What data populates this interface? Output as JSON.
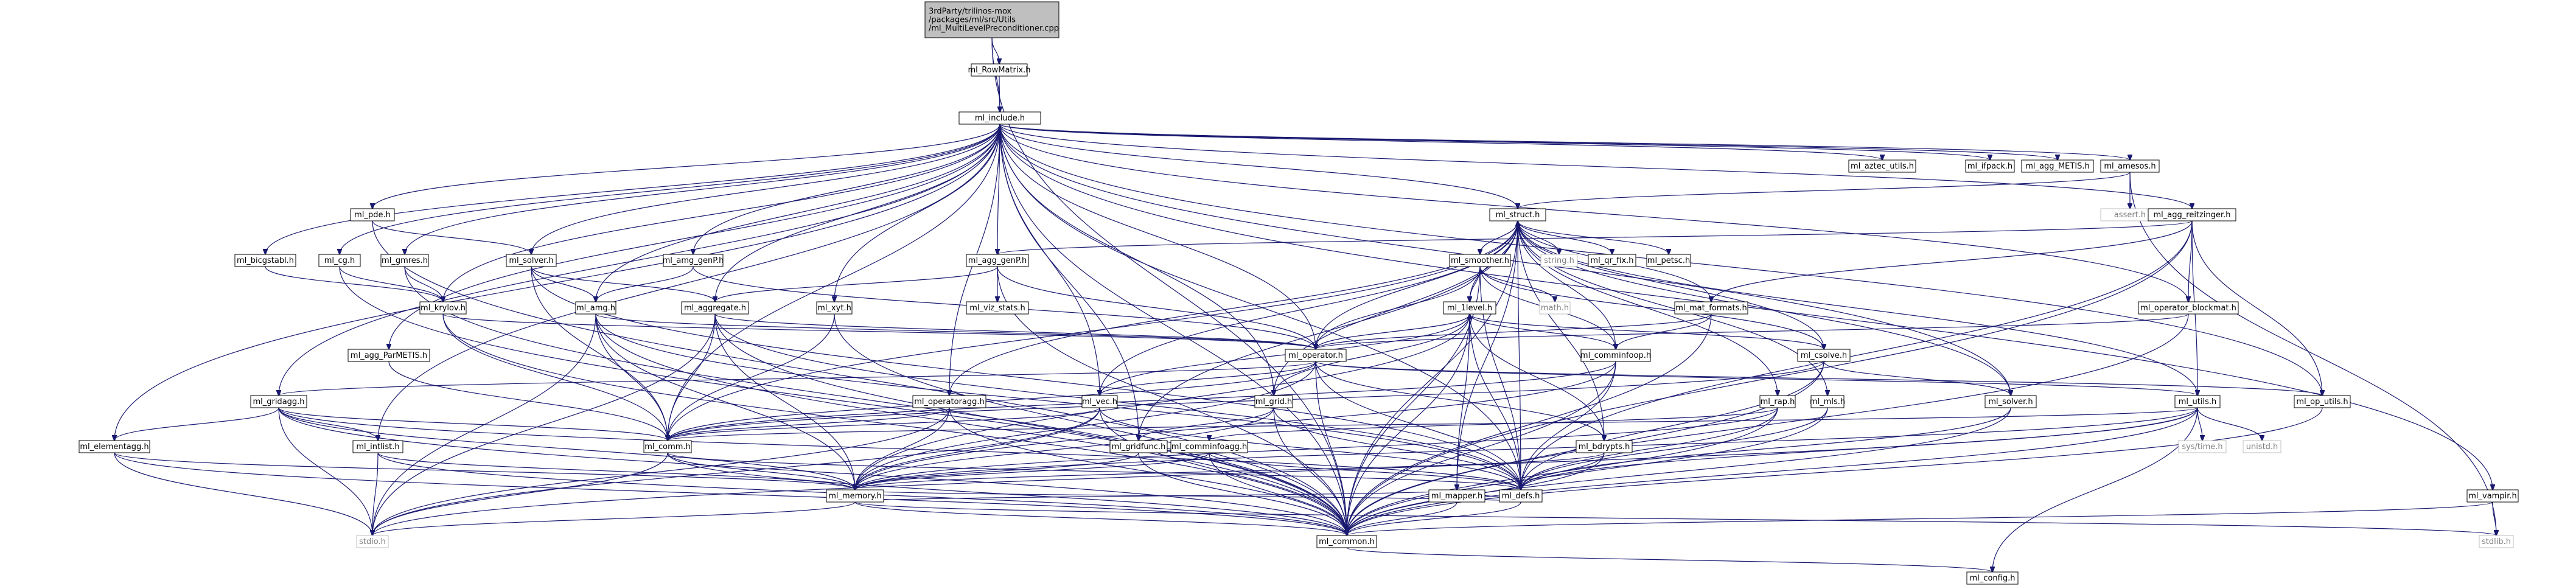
{
  "diagram": {
    "title_lines": [
      "3rdParty/trilinos-mox",
      "/packages/ml/src/Utils",
      "/ml_MultiLevelPreconditioner.cpp"
    ],
    "colors": {
      "edge": "#191970",
      "root_fill": "#bfbfbf",
      "leaf_border": "#bfbfbf",
      "leaf_text": "#7f7f7f"
    },
    "nodes": [
      {
        "id": "root",
        "label": "3rdParty/trilinos-mox/packages/ml/src/Utils/ml_MultiLevelPreconditioner.cpp",
        "lines": [
          "3rdParty/trilinos-mox",
          "/packages/ml/src/Utils",
          "/ml_MultiLevelPreconditioner.cpp"
        ],
        "kind": "root"
      },
      {
        "id": "ml_RowMatrix",
        "label": "ml_RowMatrix.h"
      },
      {
        "id": "ml_include",
        "label": "ml_include.h"
      },
      {
        "id": "ml_ztrac",
        "label": "ml_aztec_utils.h"
      },
      {
        "id": "ml_ifpack",
        "label": "ml_ifpack.h"
      },
      {
        "id": "ml_agg_METIS",
        "label": "ml_agg_METIS.h"
      },
      {
        "id": "ml_amesos",
        "label": "ml_amesos.h"
      },
      {
        "id": "assert",
        "label": "assert.h",
        "kind": "leaf"
      },
      {
        "id": "ml_struct",
        "label": "ml_struct.h"
      },
      {
        "id": "ml_agg_reitzinger",
        "label": "ml_agg_reitzinger.h"
      },
      {
        "id": "ml_pde",
        "label": "ml_pde.h"
      },
      {
        "id": "ml_bicgstabl",
        "label": "ml_bicgstabl.h"
      },
      {
        "id": "ml_cg",
        "label": "ml_cg.h"
      },
      {
        "id": "ml_gmres",
        "label": "ml_gmres.h"
      },
      {
        "id": "ml_solver",
        "label": "ml_solver.h"
      },
      {
        "id": "ml_amg_genP",
        "label": "ml_amg_genP.h"
      },
      {
        "id": "ml_agg_genP",
        "label": "ml_agg_genP.h"
      },
      {
        "id": "ml_smoother",
        "label": "ml_smoother.h"
      },
      {
        "id": "string",
        "label": "string.h",
        "kind": "leaf"
      },
      {
        "id": "ml_qr_fix",
        "label": "ml_qr_fix.h"
      },
      {
        "id": "ml_petsc",
        "label": "ml_petsc.h"
      },
      {
        "id": "ml_krylov",
        "label": "ml_krylov.h"
      },
      {
        "id": "ml_amg",
        "label": "ml_amg.h"
      },
      {
        "id": "ml_aggregate",
        "label": "ml_aggregate.h"
      },
      {
        "id": "ml_vizstats",
        "label": "ml_viz_stats.h"
      },
      {
        "id": "ml_xyt",
        "label": "ml_xyt.h"
      },
      {
        "id": "ml_1level",
        "label": "ml_1level.h"
      },
      {
        "id": "math",
        "label": "math.h",
        "kind": "leaf"
      },
      {
        "id": "ml_mat_formats",
        "label": "ml_mat_formats.h"
      },
      {
        "id": "ml_operator_blockmat",
        "label": "ml_operator_blockmat.h"
      },
      {
        "id": "ml_agg_ParMETIS",
        "label": "ml_agg_ParMETIS.h"
      },
      {
        "id": "ml_operator",
        "label": "ml_operator.h"
      },
      {
        "id": "ml_comminfoop",
        "label": "ml_comminfoop.h"
      },
      {
        "id": "ml_csolve",
        "label": "ml_csolve.h"
      },
      {
        "id": "ml_gridagg",
        "label": "ml_gridagg.h"
      },
      {
        "id": "ml_operatoragg",
        "label": "ml_operatoragg.h"
      },
      {
        "id": "ml_vec",
        "label": "ml_vec.h"
      },
      {
        "id": "ml_grid",
        "label": "ml_grid.h"
      },
      {
        "id": "ml_rap",
        "label": "ml_rap.h"
      },
      {
        "id": "ml_mls",
        "label": "ml_mls.h"
      },
      {
        "id": "ml_ssolver",
        "label": "ml_solver.h"
      },
      {
        "id": "ml_utils",
        "label": "ml_utils.h"
      },
      {
        "id": "ml_op_utils",
        "label": "ml_op_utils.h"
      },
      {
        "id": "ml_elementagg",
        "label": "ml_elementagg.h"
      },
      {
        "id": "ml_intlist",
        "label": "ml_intlist.h"
      },
      {
        "id": "ml_comm",
        "label": "ml_comm.h"
      },
      {
        "id": "ml_gridfunc",
        "label": "ml_gridfunc.h"
      },
      {
        "id": "ml_comminfoagg",
        "label": "ml_comminfoagg.h"
      },
      {
        "id": "ml_mapper",
        "label": "ml_mapper.h"
      },
      {
        "id": "ml_bdrypts",
        "label": "ml_bdrypts.h"
      },
      {
        "id": "systime",
        "label": "sys/time.h",
        "kind": "leaf"
      },
      {
        "id": "unistd",
        "label": "unistd.h",
        "kind": "leaf"
      },
      {
        "id": "ml_memory",
        "label": "ml_memory.h"
      },
      {
        "id": "ml_defs",
        "label": "ml_defs.h"
      },
      {
        "id": "ml_vampir",
        "label": "ml_vampir.h"
      },
      {
        "id": "stdio",
        "label": "stdio.h",
        "kind": "leaf"
      },
      {
        "id": "ml_common",
        "label": "ml_common.h"
      },
      {
        "id": "stdlib",
        "label": "stdlib.h",
        "kind": "leaf"
      },
      {
        "id": "ml_config",
        "label": "ml_config.h"
      }
    ],
    "edges": [
      [
        "root",
        "ml_RowMatrix"
      ],
      [
        "root",
        "ml_include"
      ],
      [
        "root",
        "ml_common"
      ],
      [
        "ml_RowMatrix",
        "ml_include"
      ],
      [
        "ml_include",
        "ml_ztrac"
      ],
      [
        "ml_include",
        "ml_ifpack"
      ],
      [
        "ml_include",
        "ml_agg_METIS"
      ],
      [
        "ml_include",
        "ml_amesos"
      ],
      [
        "ml_include",
        "ml_struct"
      ],
      [
        "ml_include",
        "ml_agg_reitzinger"
      ],
      [
        "ml_include",
        "ml_pde"
      ],
      [
        "ml_include",
        "ml_bicgstabl"
      ],
      [
        "ml_include",
        "ml_cg"
      ],
      [
        "ml_include",
        "ml_gmres"
      ],
      [
        "ml_include",
        "ml_solver"
      ],
      [
        "ml_include",
        "ml_amg_genP"
      ],
      [
        "ml_include",
        "ml_agg_genP"
      ],
      [
        "ml_include",
        "ml_krylov"
      ],
      [
        "ml_include",
        "ml_amg"
      ],
      [
        "ml_include",
        "ml_aggregate"
      ],
      [
        "ml_include",
        "ml_xyt"
      ],
      [
        "ml_include",
        "ml_agg_ParMETIS"
      ],
      [
        "ml_include",
        "ml_operator"
      ],
      [
        "ml_include",
        "ml_operatoragg"
      ],
      [
        "ml_include",
        "ml_vec"
      ],
      [
        "ml_include",
        "ml_grid"
      ],
      [
        "ml_include",
        "ml_gridagg"
      ],
      [
        "ml_include",
        "ml_elementagg"
      ],
      [
        "ml_include",
        "ml_intlist"
      ],
      [
        "ml_include",
        "ml_comm"
      ],
      [
        "ml_include",
        "ml_gridfunc"
      ],
      [
        "ml_include",
        "ml_defs"
      ],
      [
        "ml_include",
        "ml_ssolver"
      ],
      [
        "ml_include",
        "ml_op_utils"
      ],
      [
        "ml_include",
        "ml_operator_blockmat"
      ],
      [
        "ml_include",
        "ml_vampir"
      ],
      [
        "ml_include",
        "ml_common"
      ],
      [
        "ml_amesos",
        "assert"
      ],
      [
        "ml_amesos",
        "ml_struct"
      ],
      [
        "ml_amesos",
        "stdlib"
      ],
      [
        "ml_struct",
        "ml_smoother"
      ],
      [
        "ml_struct",
        "string"
      ],
      [
        "ml_struct",
        "ml_qr_fix"
      ],
      [
        "ml_struct",
        "ml_petsc"
      ],
      [
        "ml_struct",
        "ml_1level"
      ],
      [
        "ml_struct",
        "ml_operator"
      ],
      [
        "ml_struct",
        "ml_mat_formats"
      ],
      [
        "ml_struct",
        "ml_comminfoop"
      ],
      [
        "ml_struct",
        "ml_csolve"
      ],
      [
        "ml_struct",
        "ml_grid"
      ],
      [
        "ml_struct",
        "ml_vec"
      ],
      [
        "ml_struct",
        "ml_rap"
      ],
      [
        "ml_struct",
        "ml_mls"
      ],
      [
        "ml_struct",
        "ml_ssolver"
      ],
      [
        "ml_struct",
        "ml_utils"
      ],
      [
        "ml_struct",
        "ml_mapper"
      ],
      [
        "ml_struct",
        "ml_bdrypts"
      ],
      [
        "ml_struct",
        "ml_comm"
      ],
      [
        "ml_struct",
        "ml_operatoragg"
      ],
      [
        "ml_struct",
        "ml_gridfunc"
      ],
      [
        "ml_struct",
        "ml_defs"
      ],
      [
        "ml_struct",
        "ml_common"
      ],
      [
        "ml_agg_reitzinger",
        "ml_agg_genP"
      ],
      [
        "ml_agg_reitzinger",
        "ml_mat_formats"
      ],
      [
        "ml_agg_reitzinger",
        "ml_operator_blockmat"
      ],
      [
        "ml_agg_reitzinger",
        "ml_utils"
      ],
      [
        "ml_agg_reitzinger",
        "ml_op_utils"
      ],
      [
        "ml_agg_reitzinger",
        "ml_common"
      ],
      [
        "ml_agg_reitzinger",
        "ml_defs"
      ],
      [
        "ml_pde",
        "ml_solver"
      ],
      [
        "ml_pde",
        "ml_common"
      ],
      [
        "ml_bicgstabl",
        "ml_krylov"
      ],
      [
        "ml_cg",
        "ml_krylov"
      ],
      [
        "ml_cg",
        "ml_common"
      ],
      [
        "ml_gmres",
        "ml_krylov"
      ],
      [
        "ml_gmres",
        "ml_common"
      ],
      [
        "ml_solver",
        "ml_amg"
      ],
      [
        "ml_solver",
        "ml_aggregate"
      ],
      [
        "ml_solver",
        "ml_comm"
      ],
      [
        "ml_solver",
        "ml_defs"
      ],
      [
        "ml_amg_genP",
        "ml_amg"
      ],
      [
        "ml_amg_genP",
        "ml_operator"
      ],
      [
        "ml_agg_genP",
        "ml_vizstats"
      ],
      [
        "ml_agg_genP",
        "ml_aggregate"
      ],
      [
        "ml_agg_genP",
        "ml_operator"
      ],
      [
        "ml_agg_genP",
        "ml_common"
      ],
      [
        "ml_smoother",
        "ml_1level"
      ],
      [
        "ml_smoother",
        "math"
      ],
      [
        "ml_smoother",
        "ml_operator"
      ],
      [
        "ml_smoother",
        "ml_comminfoop"
      ],
      [
        "ml_smoother",
        "ml_csolve"
      ],
      [
        "ml_smoother",
        "ml_struct"
      ],
      [
        "ml_smoother",
        "ml_defs"
      ],
      [
        "ml_smoother",
        "ml_common"
      ],
      [
        "ml_krylov",
        "ml_operator"
      ],
      [
        "ml_krylov",
        "ml_comm"
      ],
      [
        "ml_krylov",
        "ml_common"
      ],
      [
        "ml_amg",
        "ml_operator"
      ],
      [
        "ml_amg",
        "ml_comm"
      ],
      [
        "ml_amg",
        "ml_memory"
      ],
      [
        "ml_amg",
        "ml_defs"
      ],
      [
        "ml_amg",
        "stdio"
      ],
      [
        "ml_amg",
        "ml_common"
      ],
      [
        "ml_aggregate",
        "ml_operator"
      ],
      [
        "ml_aggregate",
        "ml_comm"
      ],
      [
        "ml_aggregate",
        "ml_memory"
      ],
      [
        "ml_aggregate",
        "ml_defs"
      ],
      [
        "ml_aggregate",
        "stdio"
      ],
      [
        "ml_aggregate",
        "ml_common"
      ],
      [
        "ml_xyt",
        "ml_comm"
      ],
      [
        "ml_xyt",
        "ml_common"
      ],
      [
        "ml_1level",
        "ml_operator"
      ],
      [
        "ml_1level",
        "ml_grid"
      ],
      [
        "ml_1level",
        "ml_vec"
      ],
      [
        "ml_1level",
        "ml_mapper"
      ],
      [
        "ml_1level",
        "ml_bdrypts"
      ],
      [
        "ml_1level",
        "ml_comminfoop"
      ],
      [
        "ml_1level",
        "ml_csolve"
      ],
      [
        "ml_1level",
        "ml_defs"
      ],
      [
        "ml_1level",
        "ml_memory"
      ],
      [
        "ml_1level",
        "ml_common"
      ],
      [
        "ml_mat_formats",
        "ml_operator"
      ],
      [
        "ml_mat_formats",
        "ml_comminfoop"
      ],
      [
        "ml_mat_formats",
        "ml_common"
      ],
      [
        "ml_operator_blockmat",
        "ml_operator"
      ],
      [
        "ml_operator_blockmat",
        "ml_common"
      ],
      [
        "ml_agg_ParMETIS",
        "ml_comm"
      ],
      [
        "ml_operator",
        "ml_vec"
      ],
      [
        "ml_operator",
        "ml_gridagg"
      ],
      [
        "ml_operator",
        "ml_comm"
      ],
      [
        "ml_operator",
        "ml_memory"
      ],
      [
        "ml_operator",
        "ml_defs"
      ],
      [
        "ml_operator",
        "ml_1level"
      ],
      [
        "ml_operator",
        "ml_utils"
      ],
      [
        "ml_operator",
        "ml_op_utils"
      ],
      [
        "ml_operator",
        "ml_common"
      ],
      [
        "ml_operator",
        "ml_bdrypts"
      ],
      [
        "ml_comminfoop",
        "ml_comm"
      ],
      [
        "ml_comminfoop",
        "ml_memory"
      ],
      [
        "ml_comminfoop",
        "ml_defs"
      ],
      [
        "ml_comminfoop",
        "ml_common"
      ],
      [
        "ml_csolve",
        "ml_ssolver"
      ],
      [
        "ml_csolve",
        "ml_defs"
      ],
      [
        "ml_csolve",
        "ml_common"
      ],
      [
        "ml_csolve",
        "ml_comm"
      ],
      [
        "ml_gridagg",
        "ml_intlist"
      ],
      [
        "ml_gridagg",
        "ml_elementagg"
      ],
      [
        "ml_gridagg",
        "ml_comm"
      ],
      [
        "ml_gridagg",
        "ml_memory"
      ],
      [
        "ml_gridagg",
        "ml_defs"
      ],
      [
        "ml_gridagg",
        "stdio"
      ],
      [
        "ml_gridagg",
        "ml_common"
      ],
      [
        "ml_operatoragg",
        "ml_comm"
      ],
      [
        "ml_operatoragg",
        "ml_memory"
      ],
      [
        "ml_operatoragg",
        "ml_common"
      ],
      [
        "ml_operatoragg",
        "stdio"
      ],
      [
        "ml_vec",
        "ml_comm"
      ],
      [
        "ml_vec",
        "ml_memory"
      ],
      [
        "ml_vec",
        "ml_defs"
      ],
      [
        "ml_vec",
        "stdio"
      ],
      [
        "ml_vec",
        "ml_common"
      ],
      [
        "ml_grid",
        "ml_gridfunc"
      ],
      [
        "ml_grid",
        "ml_memory"
      ],
      [
        "ml_grid",
        "ml_defs"
      ],
      [
        "ml_grid",
        "ml_common"
      ],
      [
        "ml_rap",
        "ml_comminfoagg"
      ],
      [
        "ml_rap",
        "ml_defs"
      ],
      [
        "ml_rap",
        "ml_memory"
      ],
      [
        "ml_rap",
        "ml_common"
      ],
      [
        "ml_mls",
        "ml_defs"
      ],
      [
        "ml_mls",
        "ml_common"
      ],
      [
        "ml_ssolver",
        "ml_defs"
      ],
      [
        "ml_ssolver",
        "ml_common"
      ],
      [
        "ml_utils",
        "systime"
      ],
      [
        "ml_utils",
        "unistd"
      ],
      [
        "ml_utils",
        "ml_comm"
      ],
      [
        "ml_utils",
        "ml_defs"
      ],
      [
        "ml_utils",
        "ml_memory"
      ],
      [
        "ml_utils",
        "ml_common"
      ],
      [
        "ml_utils",
        "ml_config"
      ],
      [
        "ml_utils",
        "stdio"
      ],
      [
        "ml_op_utils",
        "ml_common"
      ],
      [
        "ml_elementagg",
        "ml_memory"
      ],
      [
        "ml_elementagg",
        "stdio"
      ],
      [
        "ml_elementagg",
        "ml_common"
      ],
      [
        "ml_intlist",
        "ml_memory"
      ],
      [
        "ml_intlist",
        "stdio"
      ],
      [
        "ml_intlist",
        "ml_common"
      ],
      [
        "ml_comm",
        "ml_memory"
      ],
      [
        "ml_comm",
        "ml_defs"
      ],
      [
        "ml_comm",
        "stdio"
      ],
      [
        "ml_comm",
        "ml_common"
      ],
      [
        "ml_gridfunc",
        "ml_memory"
      ],
      [
        "ml_gridfunc",
        "ml_common"
      ],
      [
        "ml_comminfoagg",
        "ml_memory"
      ],
      [
        "ml_comminfoagg",
        "ml_defs"
      ],
      [
        "ml_comminfoagg",
        "ml_common"
      ],
      [
        "ml_mapper",
        "ml_memory"
      ],
      [
        "ml_mapper",
        "ml_defs"
      ],
      [
        "ml_mapper",
        "ml_common"
      ],
      [
        "ml_bdrypts",
        "ml_defs"
      ],
      [
        "ml_bdrypts",
        "ml_memory"
      ],
      [
        "ml_bdrypts",
        "ml_common"
      ],
      [
        "ml_memory",
        "stdio"
      ],
      [
        "ml_memory",
        "stdlib"
      ],
      [
        "ml_memory",
        "ml_common"
      ],
      [
        "ml_memory",
        "ml_defs"
      ],
      [
        "ml_defs",
        "ml_common"
      ],
      [
        "ml_vampir",
        "stdlib"
      ],
      [
        "ml_vampir",
        "ml_common"
      ],
      [
        "ml_common",
        "ml_config"
      ]
    ]
  }
}
